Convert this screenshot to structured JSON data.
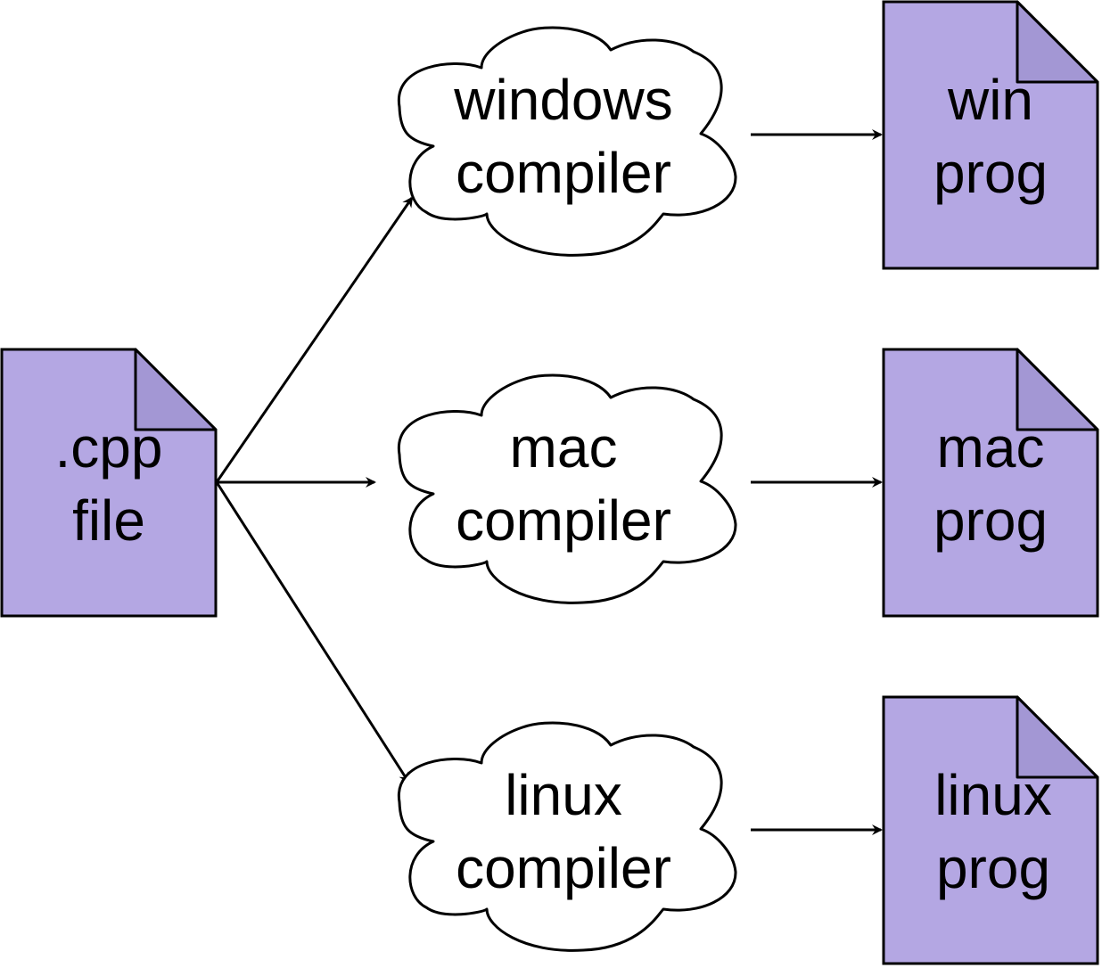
{
  "colors": {
    "file_fill": "#b4a7e3",
    "file_fold_fill": "#a397d4",
    "stroke": "#000000",
    "cloud_fill": "#ffffff",
    "background": "#ffffff"
  },
  "source": {
    "icon": "document-icon",
    "line1": ".cpp",
    "line2": "file"
  },
  "compilers": {
    "windows": {
      "icon": "cloud-icon",
      "line1": "windows",
      "line2": "compiler"
    },
    "mac": {
      "icon": "cloud-icon",
      "line1": "mac",
      "line2": "compiler"
    },
    "linux": {
      "icon": "cloud-icon",
      "line1": "linux",
      "line2": "compiler"
    }
  },
  "outputs": {
    "windows": {
      "icon": "document-icon",
      "line1": "win",
      "line2": "prog"
    },
    "mac": {
      "icon": "document-icon",
      "line1": "mac",
      "line2": "prog"
    },
    "linux": {
      "icon": "document-icon",
      "line1": "linux",
      "line2": "prog"
    }
  }
}
